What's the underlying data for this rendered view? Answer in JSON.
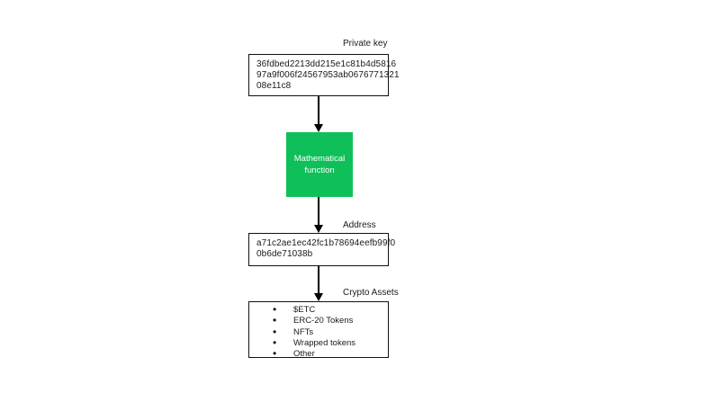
{
  "colors": {
    "accent_green": "#0fc05a",
    "border": "#111111",
    "text": "#1a1a1a",
    "green_box_text": "#ffffff"
  },
  "diagram": {
    "private_key": {
      "label": "Private key",
      "lines": {
        "0": "36fdbed2213dd215e1c81b4d5816",
        "1": "97a9f006f24567953ab0676771321",
        "2": "08e11c8"
      }
    },
    "function_box": {
      "label": "Mathematical function"
    },
    "address": {
      "label": "Address",
      "lines": {
        "0": "a71c2ae1ec42fc1b78694eefb99f0",
        "1": "0b6de71038b"
      }
    },
    "crypto_assets": {
      "label": "Crypto Assets",
      "items": {
        "0": "$ETC",
        "1": "ERC-20 Tokens",
        "2": "NFTs",
        "3": "Wrapped tokens",
        "4": "Other"
      }
    }
  }
}
